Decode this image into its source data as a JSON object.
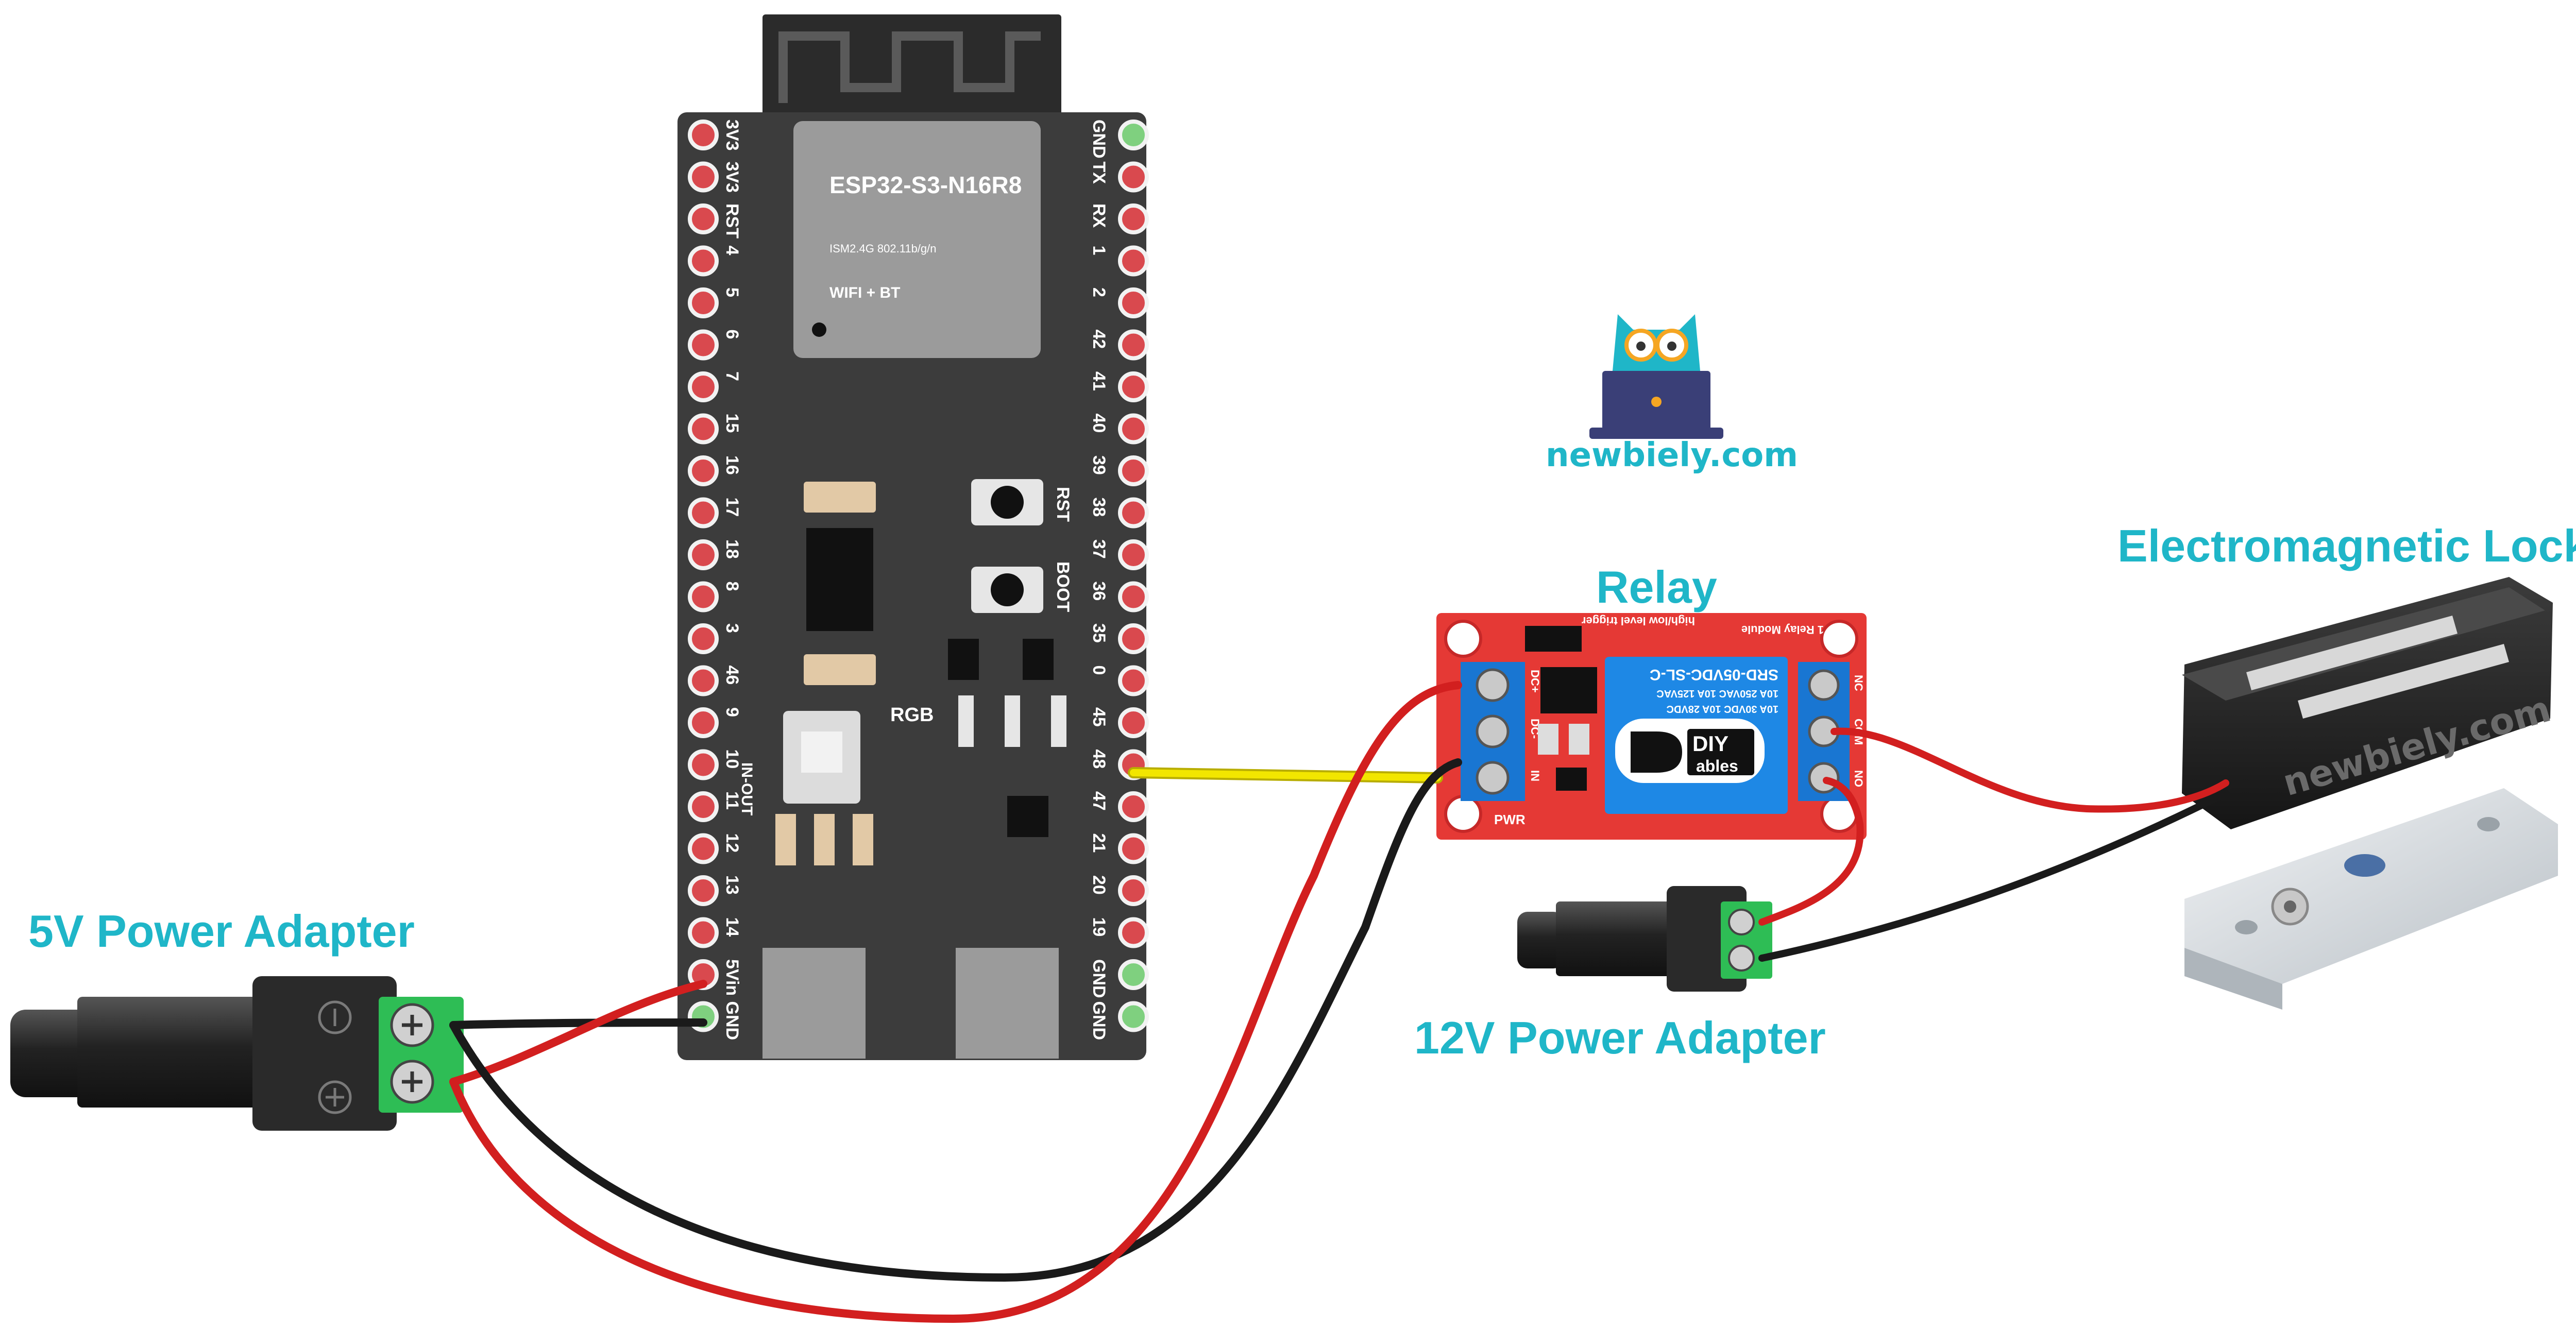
{
  "captions": {
    "power5v": "5V Power Adapter",
    "power12v": "12V Power Adapter",
    "relay": "Relay",
    "lock": "Electromagnetic Lock"
  },
  "logo": {
    "text": "newbiely.com"
  },
  "board": {
    "module_name": "ESP32-S3-N16R8",
    "module_spec": "ISM2.4G 802.11b/g/n",
    "module_radio": "WIFI + BT",
    "rst_button": "RST",
    "boot_button": "BOOT",
    "rgb_label": "RGB",
    "left_pins": [
      "3V3",
      "3V3",
      "RST",
      "4",
      "5",
      "6",
      "7",
      "15",
      "16",
      "17",
      "18",
      "8",
      "3",
      "46",
      "9",
      "10",
      "11",
      "12",
      "13",
      "14",
      "5Vin",
      "GND"
    ],
    "right_pins": [
      "GND",
      "TX",
      "RX",
      "1",
      "2",
      "42",
      "41",
      "40",
      "39",
      "38",
      "37",
      "36",
      "35",
      "0",
      "45",
      "48",
      "47",
      "21",
      "20",
      "19",
      "GND",
      "GND"
    ],
    "in_out_label": "IN-OUT"
  },
  "relay_module": {
    "model": "SRD-05VDC-SL-C",
    "rating1": "10A 250VAC 10A 125VAC",
    "rating2": "10A 30VDC 10A 28VDC",
    "title_line": "1 Relay Module",
    "trigger_line": "high/low level trigger",
    "brand_top": "DIY",
    "brand_bottom": "ables",
    "pwr_label": "PWR",
    "in_pins": [
      "DC+",
      "DC-",
      "IN"
    ],
    "out_pins": [
      "NC",
      "COM",
      "NO"
    ]
  },
  "lock_watermark": "newbiely.com",
  "colors": {
    "caption": "#1fb6c8",
    "board": "#3a3a3a",
    "relay_board": "#e53935",
    "wire_red": "#d21f1f",
    "wire_black": "#1a1a1a",
    "wire_yellow": "#f2e600",
    "terminal_green": "#2ebd55"
  }
}
